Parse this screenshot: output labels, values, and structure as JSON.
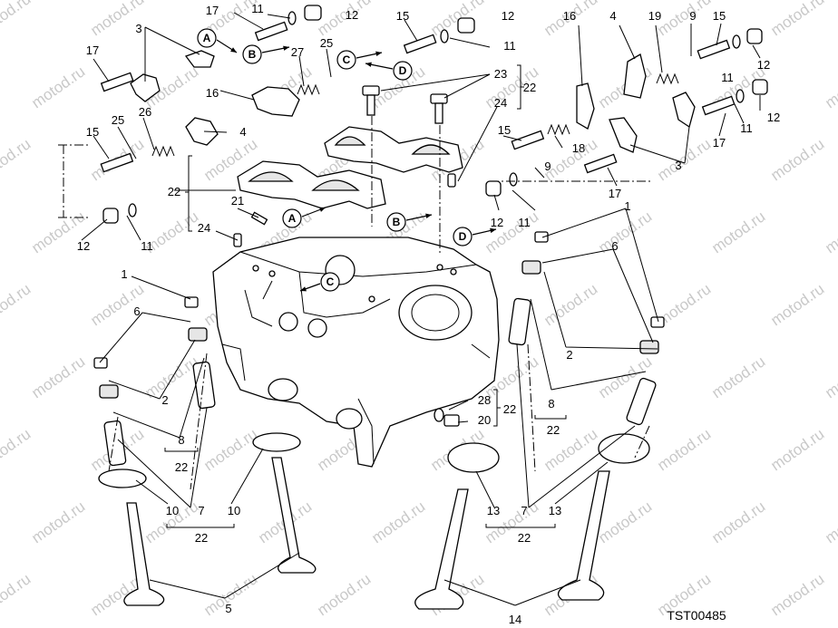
{
  "diagram": {
    "drawing_code": "TST00485",
    "watermark_text": "motod.ru",
    "callouts": [
      "1",
      "2",
      "3",
      "4",
      "5",
      "6",
      "7",
      "8",
      "9",
      "10",
      "11",
      "12",
      "13",
      "14",
      "15",
      "16",
      "17",
      "18",
      "19",
      "20",
      "21",
      "22",
      "23",
      "24",
      "25",
      "26",
      "27",
      "28"
    ],
    "markers": [
      "A",
      "B",
      "C",
      "D"
    ]
  }
}
